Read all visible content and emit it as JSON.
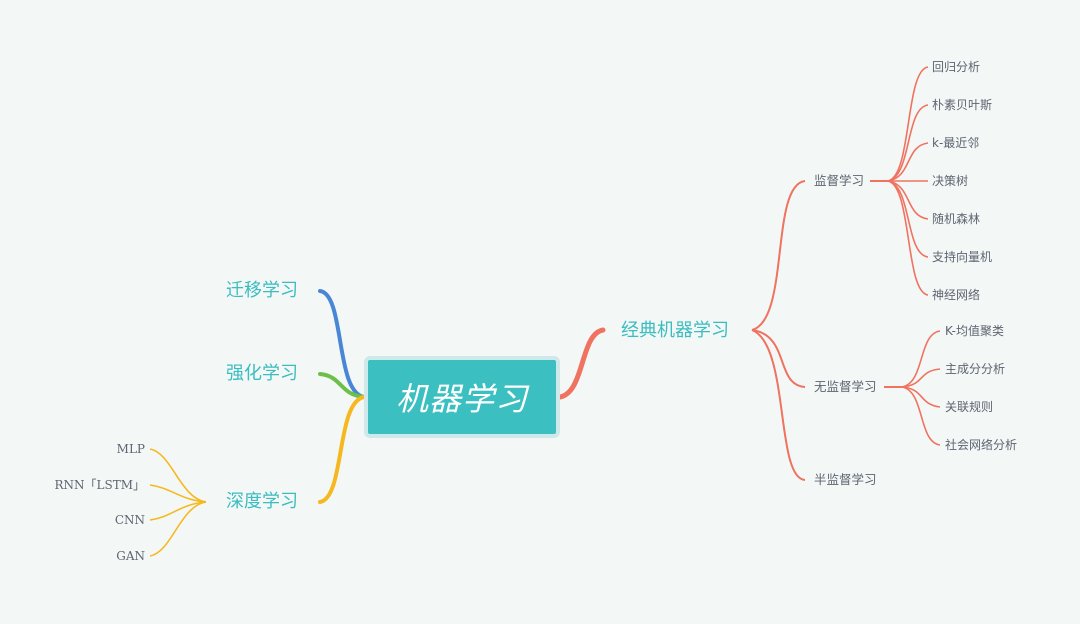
{
  "root": {
    "label": "机器学习",
    "color": "#3bbfc1"
  },
  "branches": {
    "classic": {
      "label": "经典机器学习",
      "color": "#f07260",
      "supervised": {
        "label": "监督学习",
        "items": [
          "回归分析",
          "朴素贝叶斯",
          "k-最近邻",
          "决策树",
          "随机森林",
          "支持向量机",
          "神经网络"
        ]
      },
      "unsupervised": {
        "label": "无监督学习",
        "items": [
          "K-均值聚类",
          "主成分分析",
          "关联规则",
          "社会网络分析"
        ]
      },
      "semi_supervised": {
        "label": "半监督学习"
      }
    },
    "transfer": {
      "label": "迁移学习",
      "color": "#4a86d6"
    },
    "reinforcement": {
      "label": "强化学习",
      "color": "#6cc04a"
    },
    "deep": {
      "label": "深度学习",
      "color": "#f6b820",
      "items": [
        "MLP",
        "RNN「LSTM」",
        "CNN",
        "GAN"
      ]
    }
  }
}
